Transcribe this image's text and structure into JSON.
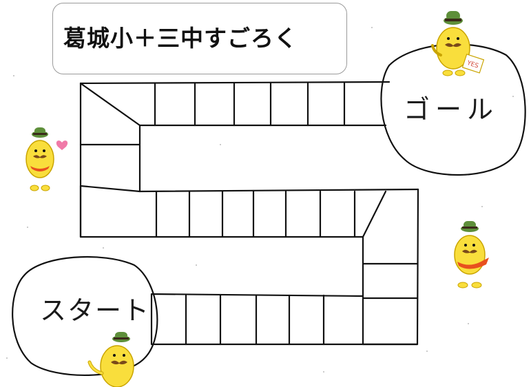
{
  "title": "葛城小＋三中すごろく",
  "board": {
    "goal_label": "ゴール",
    "start_label": "スタート"
  },
  "characters": [
    {
      "name": "mascot-top-right",
      "prop": "YES"
    },
    {
      "name": "mascot-left"
    },
    {
      "name": "mascot-right"
    },
    {
      "name": "mascot-bottom-left"
    }
  ],
  "colors": {
    "mascot_body": "#F9DE3C",
    "mascot_outline": "#C9A400",
    "mustache": "#7A4A1A",
    "hat": "#5E8F3A",
    "hat_band": "#3B2A1A",
    "scarf": "#E8501E",
    "heart": "#F07AA8",
    "ink": "#111111"
  }
}
